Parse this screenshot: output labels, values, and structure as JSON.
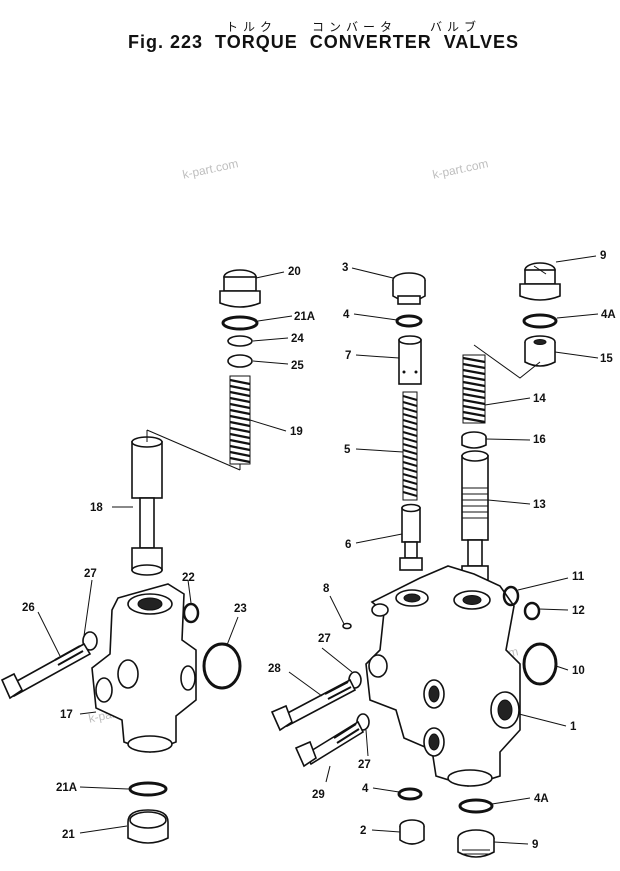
{
  "header": {
    "jp_1": "トルク",
    "jp_2": "コンバータ",
    "jp_3": "バルブ",
    "title": "Fig. 223  TORQUE  CONVERTER  VALVES"
  },
  "watermark": "k-part.com",
  "labels": {
    "p1": "1",
    "p2": "2",
    "p3": "3",
    "p4a": "4",
    "p4b": "4",
    "p4Aa": "4A",
    "p4Ab": "4A",
    "p5": "5",
    "p6": "6",
    "p7": "7",
    "p8": "8",
    "p9a": "9",
    "p9b": "9",
    "p10": "10",
    "p11": "11",
    "p12": "12",
    "p13": "13",
    "p14": "14",
    "p15": "15",
    "p16": "16",
    "p17": "17",
    "p18": "18",
    "p19": "19",
    "p20": "20",
    "p21": "21",
    "p21Aa": "21A",
    "p21Ab": "21A",
    "p22": "22",
    "p23": "23",
    "p24": "24",
    "p25": "25",
    "p26": "26",
    "p27a": "27",
    "p27b": "27",
    "p27c": "27",
    "p28": "28",
    "p29": "29"
  }
}
